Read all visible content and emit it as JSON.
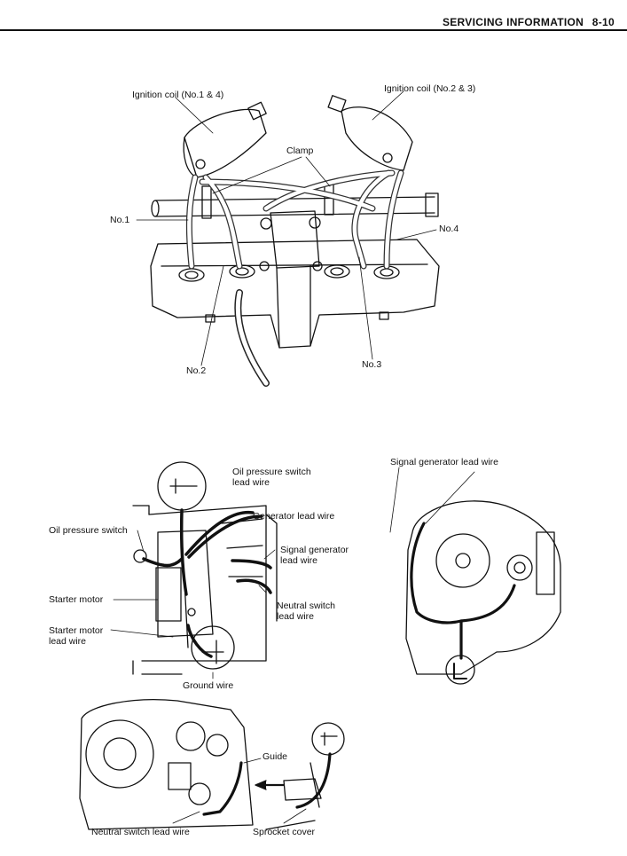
{
  "header": {
    "title": "SERVICING INFORMATION",
    "page": "8-10"
  },
  "figure1": {
    "ignition_coil_14": "Ignition coil (No.1 & 4)",
    "ignition_coil_23": "Ignition coil (No.2 & 3)",
    "clamp": "Clamp",
    "no1": "No.1",
    "no2": "No.2",
    "no3": "No.3",
    "no4": "No.4"
  },
  "figure2": {
    "oil_pressure_switch_lead_wire_1": "Oil pressure switch",
    "oil_pressure_switch_lead_wire_2": "lead wire",
    "generator_lead_wire": "Generator lead wire",
    "oil_pressure_switch": "Oil pressure switch",
    "signal_generator_lead_wire_1": "Signal generator",
    "signal_generator_lead_wire_2": "lead wire",
    "starter_motor": "Starter motor",
    "neutral_switch_lead_wire_1": "Neutral switch",
    "neutral_switch_lead_wire_2": "lead wire",
    "starter_motor_lead_wire_1": "Starter motor",
    "starter_motor_lead_wire_2": "lead wire",
    "ground_wire": "Ground wire"
  },
  "figure3": {
    "signal_generator_lead_wire": "Signal generator lead wire"
  },
  "figure4": {
    "guide": "Guide",
    "neutral_switch_lead_wire": "Neutral switch lead wire",
    "sprocket_cover": "Sprocket cover"
  }
}
